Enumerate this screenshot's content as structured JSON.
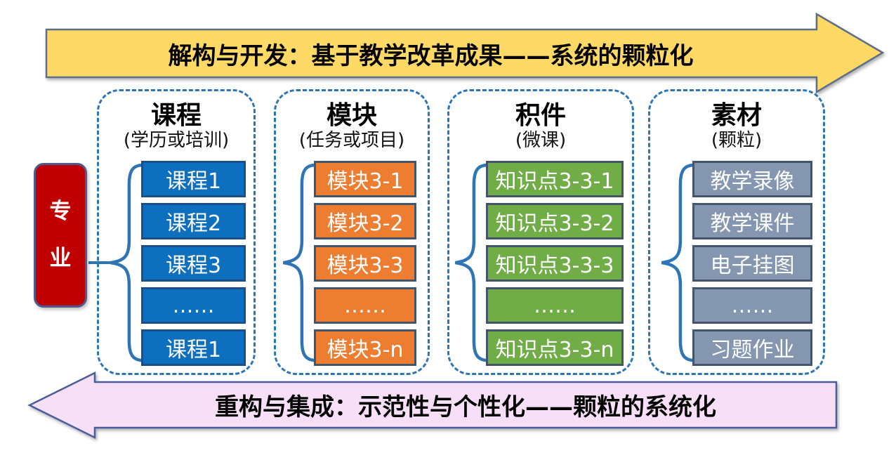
{
  "diagram": {
    "top_arrow": {
      "label": "解构与开发：基于教学改革成果——系统的颗粒化",
      "fill": "#FFD966",
      "border": "#5B6E88"
    },
    "bottom_arrow": {
      "label": "重构与集成：示范性与个性化——颗粒的系统化",
      "fill": "#F7DFF7",
      "border": "#4A5B9E"
    },
    "root": {
      "label": "专业",
      "fill": "#C00000"
    },
    "brace_color": "#2E75B6",
    "dashed_border_color": "#2E75B6",
    "columns": [
      {
        "title": "课程",
        "subtitle": "(学历或培训)",
        "item_color": "#0E6FBE",
        "items": [
          "课程1",
          "课程2",
          "课程3",
          "……",
          "课程1"
        ]
      },
      {
        "title": "模块",
        "subtitle": "(任务或项目)",
        "item_color": "#ED7D31",
        "items": [
          "模块3-1",
          "模块3-2",
          "模块3-3",
          "……",
          "模块3-n"
        ]
      },
      {
        "title": "积件",
        "subtitle": "(微课)",
        "item_color": "#70AD47",
        "items": [
          "知识点3-3-1",
          "知识点3-3-2",
          "知识点3-3-3",
          "……",
          "知识点3-3-n"
        ]
      },
      {
        "title": "素材",
        "subtitle": "(颗粒)",
        "item_color": "#8496B0",
        "items": [
          "教学录像",
          "教学课件",
          "电子挂图",
          "……",
          "习题作业"
        ]
      }
    ]
  }
}
